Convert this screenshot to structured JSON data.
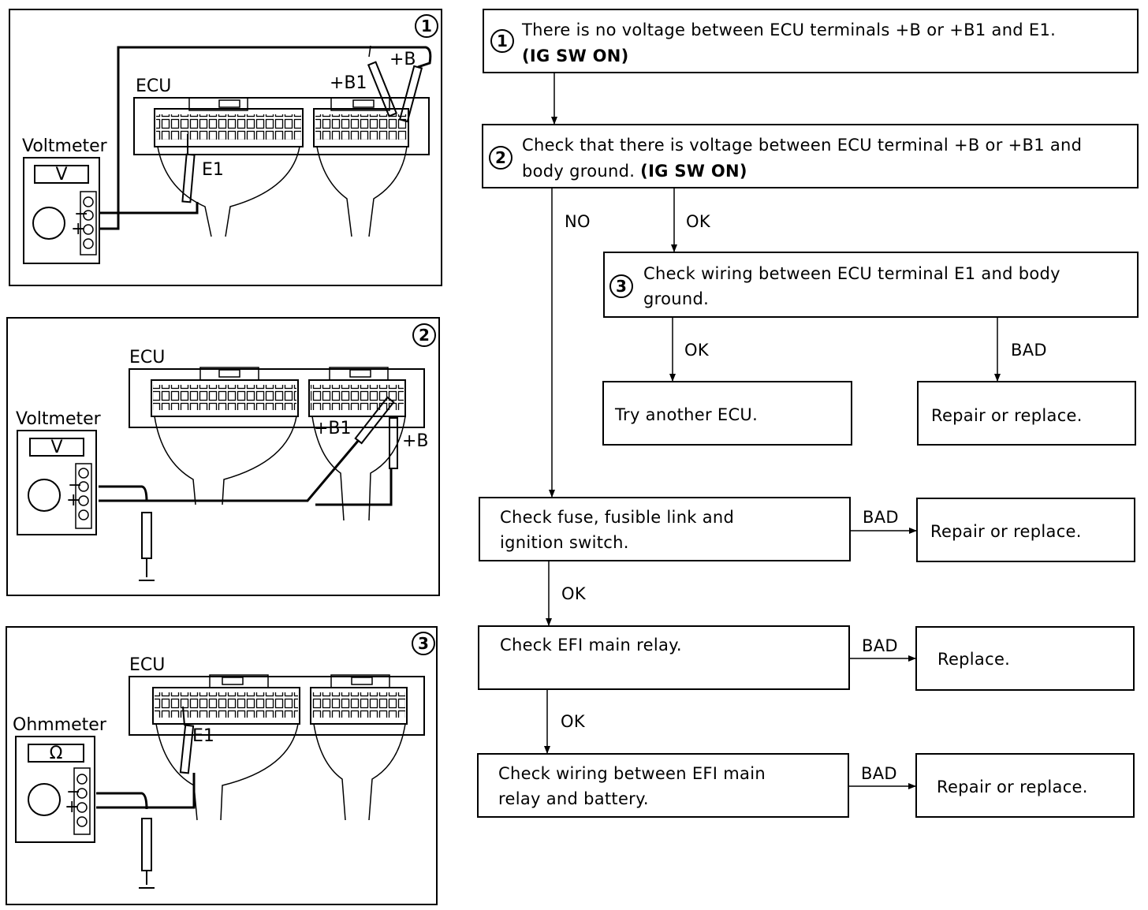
{
  "panels": [
    {
      "number": "1",
      "meter_label": "Voltmeter",
      "meter_symbol": "V",
      "ecu_label": "ECU",
      "term_b1": "+B1",
      "term_b": "+B",
      "term_e1": "E1"
    },
    {
      "number": "2",
      "meter_label": "Voltmeter",
      "meter_symbol": "V",
      "ecu_label": "ECU",
      "term_b1": "+B1",
      "term_b": "+B"
    },
    {
      "number": "3",
      "meter_label": "Ohmmeter",
      "meter_symbol": "Ω",
      "ecu_label": "ECU",
      "term_e1": "E1"
    }
  ],
  "flowchart": {
    "step1": {
      "number": "1",
      "line1": "There is no voltage between ECU terminals +B or +B1 and E1.",
      "line2": "(IG SW ON)"
    },
    "step2": {
      "number": "2",
      "line1": "Check that there is voltage between ECU terminal +B or +B1 and",
      "line2a": "body ground. ",
      "line2b": "(IG SW ON)"
    },
    "step3": {
      "number": "3",
      "line1": "Check wiring between ECU terminal E1 and body",
      "line2": "ground."
    },
    "try_ecu": "Try another ECU.",
    "repair1": "Repair or replace.",
    "fuse_line1": "Check fuse, fusible link and",
    "fuse_line2": "ignition switch.",
    "repair2": "Repair or replace.",
    "relay": "Check EFI main relay.",
    "replace": "Replace.",
    "wiring_line1": "Check wiring between EFI main",
    "wiring_line2": "relay and battery.",
    "repair3": "Repair or replace.",
    "labels": {
      "no": "NO",
      "ok": "OK",
      "bad": "BAD"
    }
  }
}
